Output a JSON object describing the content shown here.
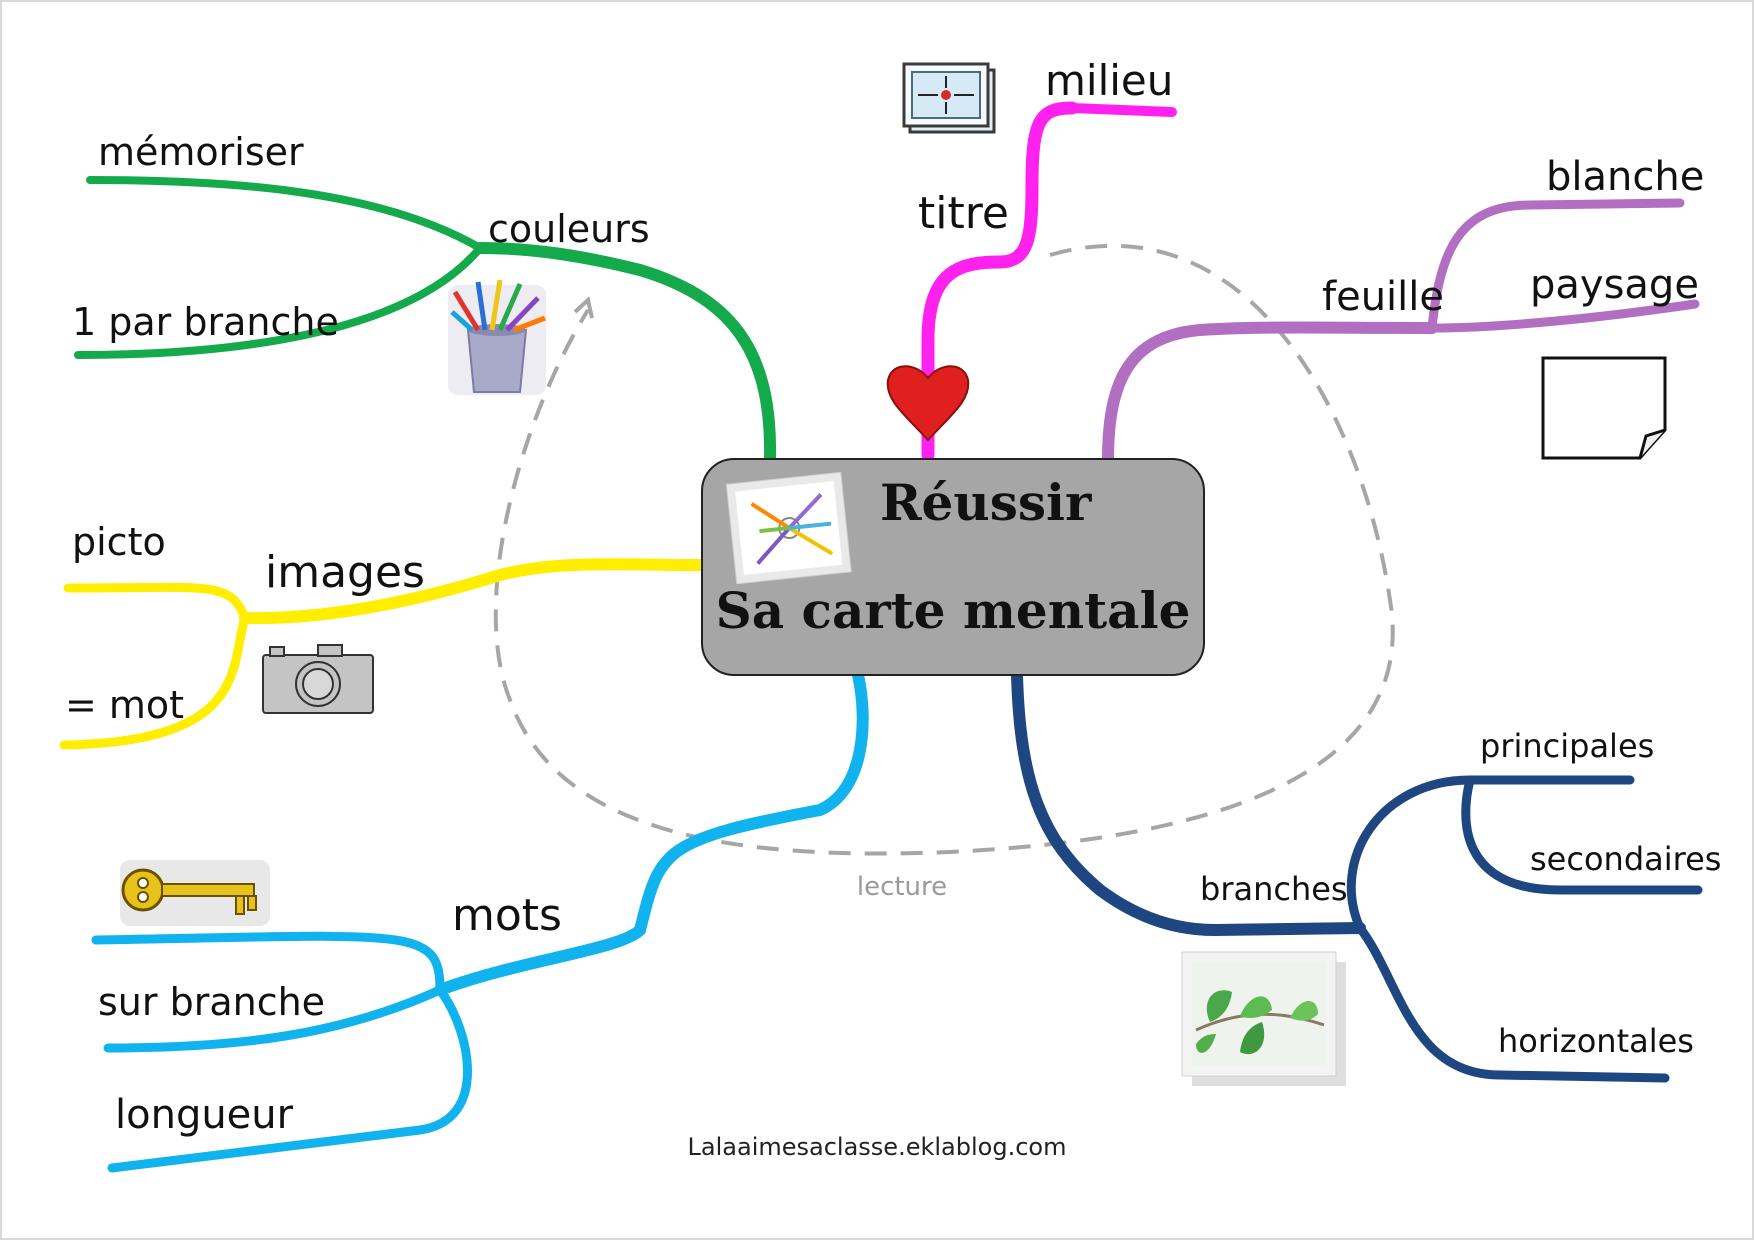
{
  "center": {
    "line1": "Réussir",
    "line2": "Sa carte mentale",
    "fill": "#a6a6a6"
  },
  "branches": {
    "couleurs": {
      "label": "couleurs",
      "color": "#14aa4b",
      "sub": [
        "mémoriser",
        "1 par branche"
      ]
    },
    "titre": {
      "label": "titre",
      "color": "#ff22ee",
      "sub": [
        "milieu"
      ]
    },
    "feuille": {
      "label": "feuille",
      "color": "#b26fc2",
      "sub": [
        "blanche",
        "paysage"
      ]
    },
    "images": {
      "label": "images",
      "color": "#ffee00",
      "sub": [
        "picto",
        "= mot"
      ]
    },
    "mots": {
      "label": "mots",
      "color": "#11b3ee",
      "sub": [
        "sur branche",
        "longueur"
      ]
    },
    "branches": {
      "label": "branches",
      "color": "#1e4782",
      "sub": [
        "principales",
        "secondaires",
        "horizontales"
      ]
    }
  },
  "reading": {
    "label": "lecture",
    "color": "#9a9a9a"
  },
  "credit": "Lalaaimesaclasse.eklablog.com",
  "icons": [
    "pencils-icon",
    "target-center-icon",
    "heart-icon",
    "paper-sheet-icon",
    "camera-icon",
    "key-icon",
    "leaf-icon",
    "mindmap-thumbnail-icon"
  ]
}
